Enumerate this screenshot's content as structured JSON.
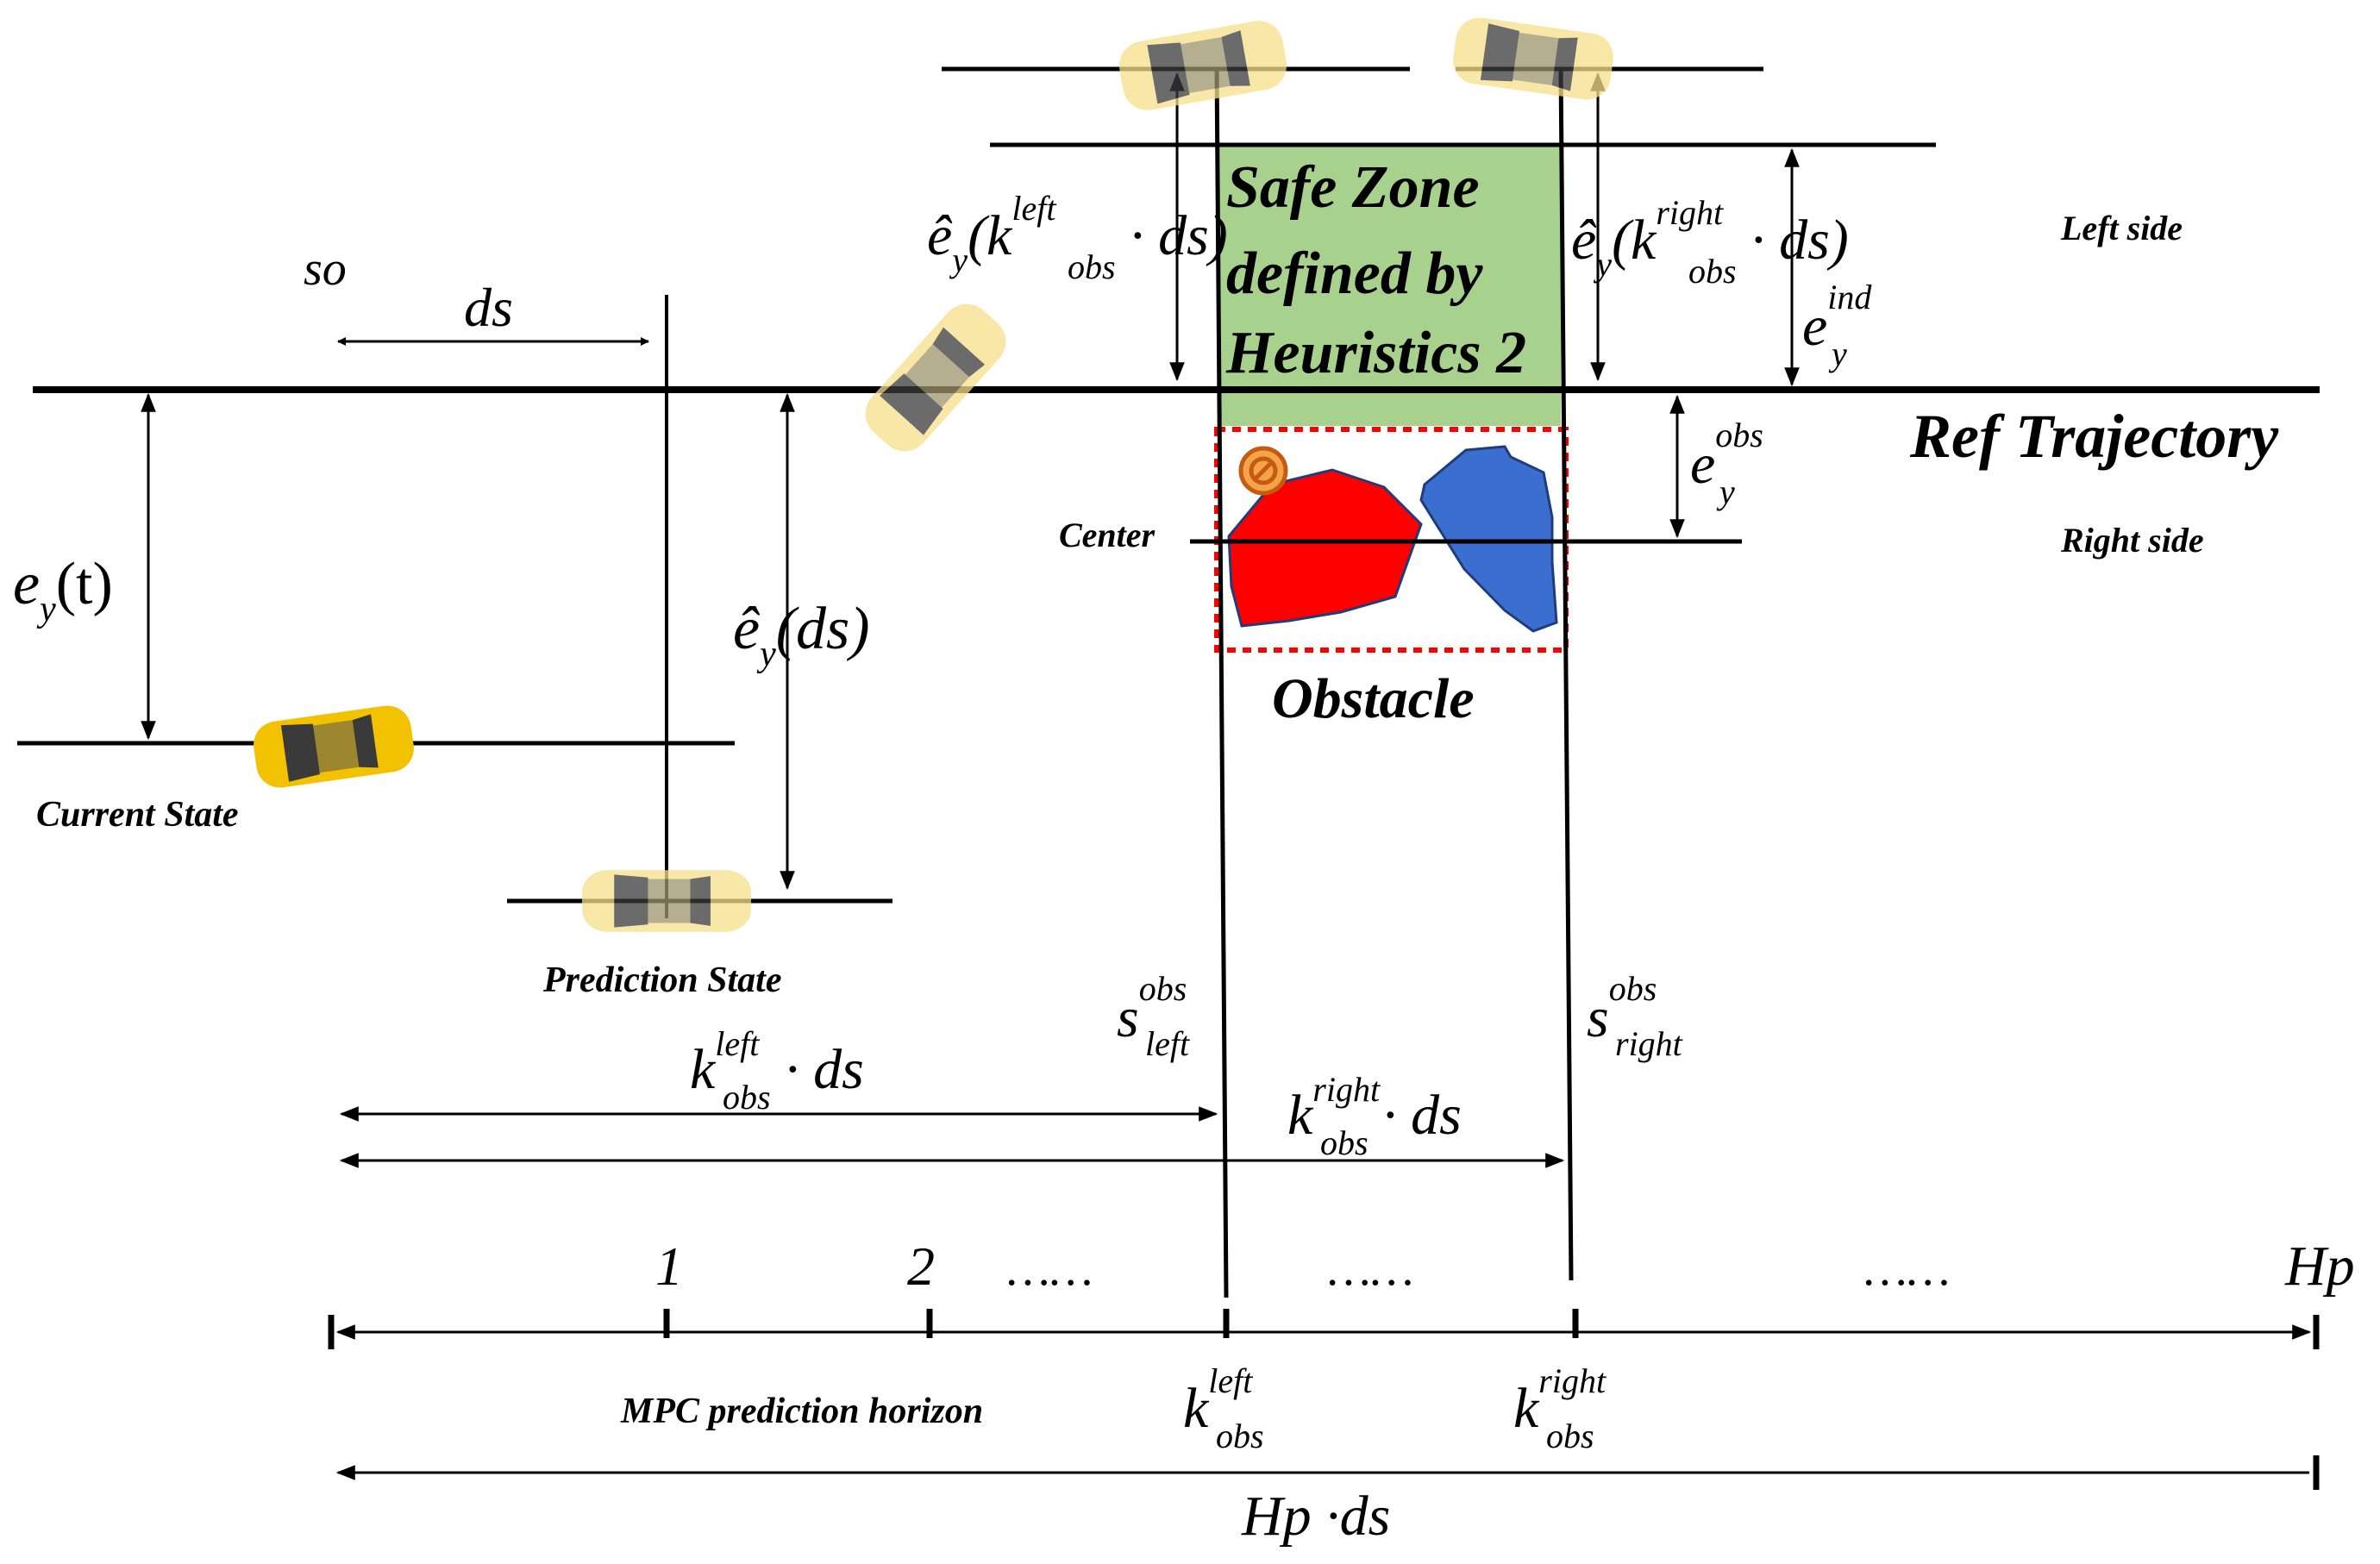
{
  "labels": {
    "current_state": "Current State",
    "prediction_state": "Prediction State",
    "left_side": "Left side",
    "right_side": "Right side",
    "ref_trajectory": "Ref Trajectory",
    "center": "Center",
    "obstacle": "Obstacle",
    "mpc_horizon": "MPC prediction horizon",
    "safe_zone": [
      "Safe Zone",
      "defined by",
      "Heuristics 2"
    ],
    "so": "so",
    "ds": "ds",
    "tick_1": "1",
    "tick_2": "2",
    "dots": "……",
    "hp": "Hp",
    "hp_ds": "Hp ·ds"
  },
  "math": {
    "e_y_t": {
      "base": "e",
      "sub": "y",
      "rest": "(t)"
    },
    "e_hat_ds": {
      "base": "ê",
      "sub": "y",
      "rest": "(ds)"
    },
    "e_hat_left": {
      "base": "ê",
      "sub": "y",
      "open": "(k",
      "sup": "left",
      "sub2": "obs",
      "rest": " · ds)"
    },
    "e_hat_right": {
      "base": "ê",
      "sub": "y",
      "open": "(k",
      "sup": "right",
      "sub2": "obs",
      "rest": " · ds)"
    },
    "e_ind": {
      "base": "e",
      "sup": "ind",
      "sub": "y"
    },
    "e_obs": {
      "base": "e",
      "sup": "obs",
      "sub": "y"
    },
    "s_left": {
      "base": "s",
      "sup": "obs",
      "sub": "left"
    },
    "s_right": {
      "base": "s",
      "sup": "obs",
      "sub": "right"
    },
    "k_left_ds": {
      "base": "k",
      "sup": "left",
      "sub": "obs",
      "rest": " · ds"
    },
    "k_right_ds": {
      "base": "k",
      "sup": "right",
      "sub": "obs",
      "rest": " · ds"
    },
    "k_left": {
      "base": "k",
      "sup": "left",
      "sub": "obs"
    },
    "k_right": {
      "base": "k",
      "sup": "right",
      "sub": "obs"
    }
  },
  "colors": {
    "safe_zone_fill": "#a9d18e",
    "obstacle_red": "#ff0000",
    "obstacle_blue": "#3a6fd0",
    "obstacle_border": "#ff0000",
    "vehicle_current": "#f2c200",
    "vehicle_ghost": "#f6e08a"
  },
  "icons": [
    "no-entry-icon",
    "car-icon"
  ]
}
